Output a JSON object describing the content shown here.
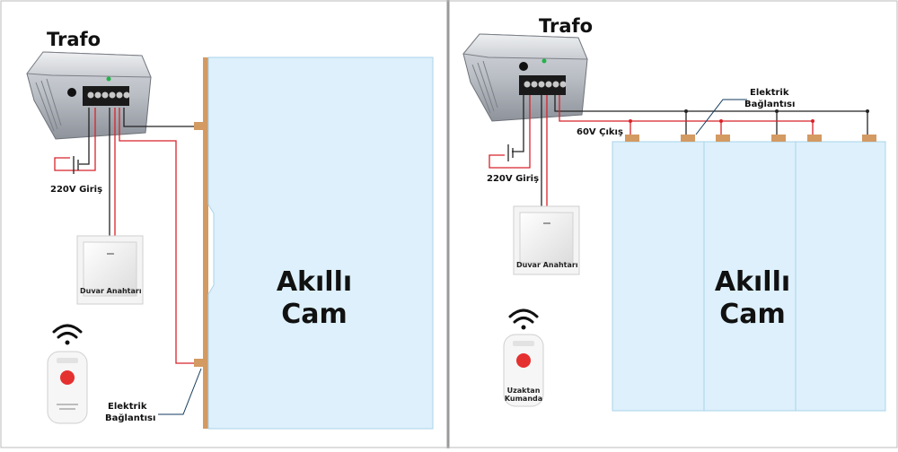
{
  "left": {
    "title": "Trafo",
    "input_label": "220V Giriş",
    "switch_label": "Duvar Anahtarı",
    "connection_label": [
      "Elektrik",
      "Bağlantısı"
    ],
    "glass_label": [
      "Akıllı",
      "Cam"
    ]
  },
  "right": {
    "title": "Trafo",
    "input_label": "220V Giriş",
    "output_label": "60V Çıkış",
    "switch_label": "Duvar Anahtarı",
    "connection_label": [
      "Elektrik",
      "Bağlantısı"
    ],
    "remote_label": [
      "Uzaktan",
      "Kumanda"
    ],
    "glass_label": [
      "Akıllı",
      "Cam"
    ]
  },
  "colors": {
    "glass_fill": "#ddf0fb",
    "glass_stroke": "#a9d3ea",
    "busbar": "#d39a62",
    "wire_red": "#d8232a",
    "wire_black": "#222222",
    "divider": "#9a9a9a",
    "remote_button": "#e53030"
  },
  "icons": [
    "transformer-icon",
    "wall-switch-icon",
    "wifi-icon",
    "remote-control-icon"
  ]
}
